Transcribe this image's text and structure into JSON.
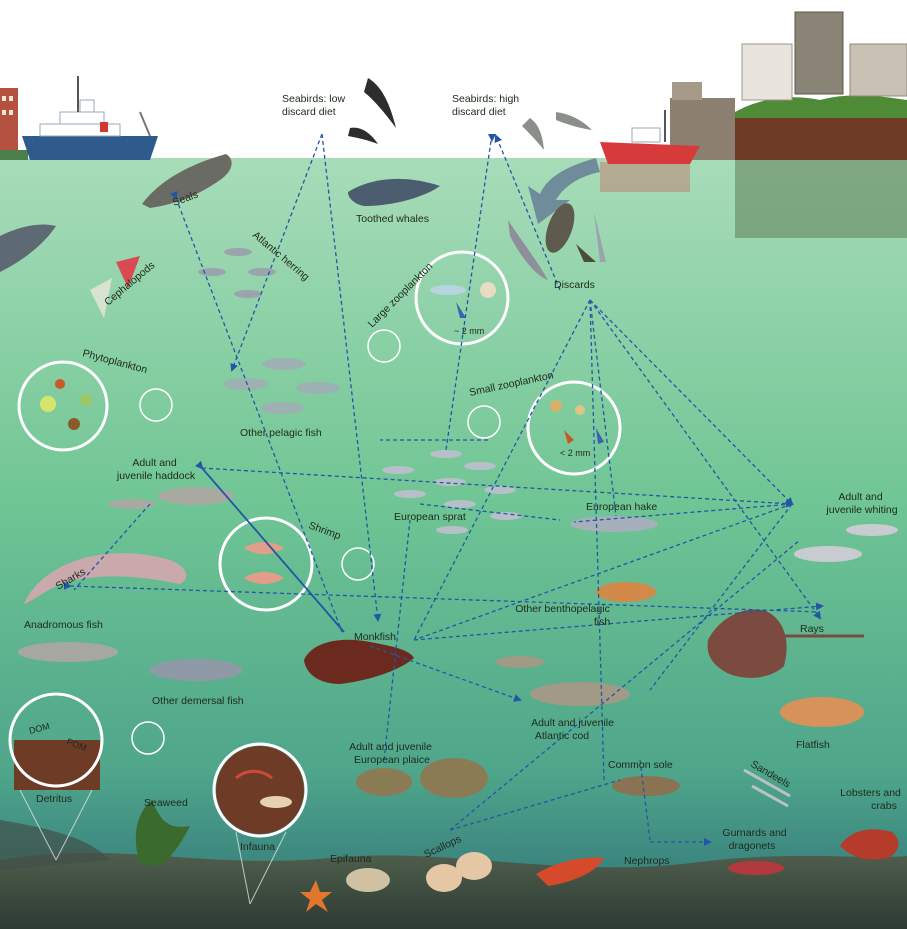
{
  "surface": {
    "seabirds_low": [
      "Seabirds: low",
      "discard diet"
    ],
    "seabirds_high": [
      "Seabirds: high",
      "discard diet"
    ],
    "toothed_whales": "Toothed whales",
    "seals": "Seals",
    "discards": "Discards"
  },
  "pelagic": {
    "atlantic_herring": "Atlantic herring",
    "cephalopods": "Cephalopods",
    "large_zooplankton": "Large zooplankton",
    "large_zoo_scale": "~ 2 mm",
    "phytoplankton": "Phytoplankton",
    "small_zooplankton": "Small zooplankton",
    "small_zoo_scale": "< 2 mm",
    "other_pelagic_fish": "Other pelagic fish",
    "european_sprat": "European sprat"
  },
  "midwater": {
    "haddock": [
      "Adult and",
      "juvenile haddock"
    ],
    "european_hake": "European hake",
    "whiting": [
      "Adult and",
      "juvenile whiting"
    ],
    "shrimp": "Shrimp",
    "sharks": "Sharks",
    "other_benthopelagic": [
      "Other benthopelagic",
      "fish"
    ],
    "rays": "Rays",
    "anadromous_fish": "Anadromous fish",
    "monkfish": "Monkfish",
    "other_demersal": "Other demersal fish",
    "atlantic_cod": [
      "Adult and juvenile",
      "Atlantic cod"
    ],
    "flatfish": "Flatfish"
  },
  "benthic": {
    "doc_label": "DOM",
    "poc_label": "POM",
    "detritus": "Detritus",
    "plaice": [
      "Adult and juvenile",
      "European plaice"
    ],
    "common_sole": "Common sole",
    "sandeels": "Sandeels",
    "lobsters": [
      "Lobsters and",
      "crabs"
    ],
    "seaweed": "Seaweed",
    "infauna": "Infauna",
    "epifauna": "Epifauna",
    "scallops": "Scallops",
    "nephrops": "Nephrops",
    "gurnards": [
      "Gurnards and",
      "dragonets"
    ]
  },
  "colors": {
    "sky": "#ffffff",
    "water_top": "#9fd7b3",
    "water_mid": "#6cc593",
    "water_deep": "#3f8f86",
    "seafloor": "#3f4a3f",
    "arrow": "#2456a6",
    "ship_hull": "#2f5b8c",
    "trawler_hull": "#d63a3a",
    "land": "#6e3b26"
  }
}
